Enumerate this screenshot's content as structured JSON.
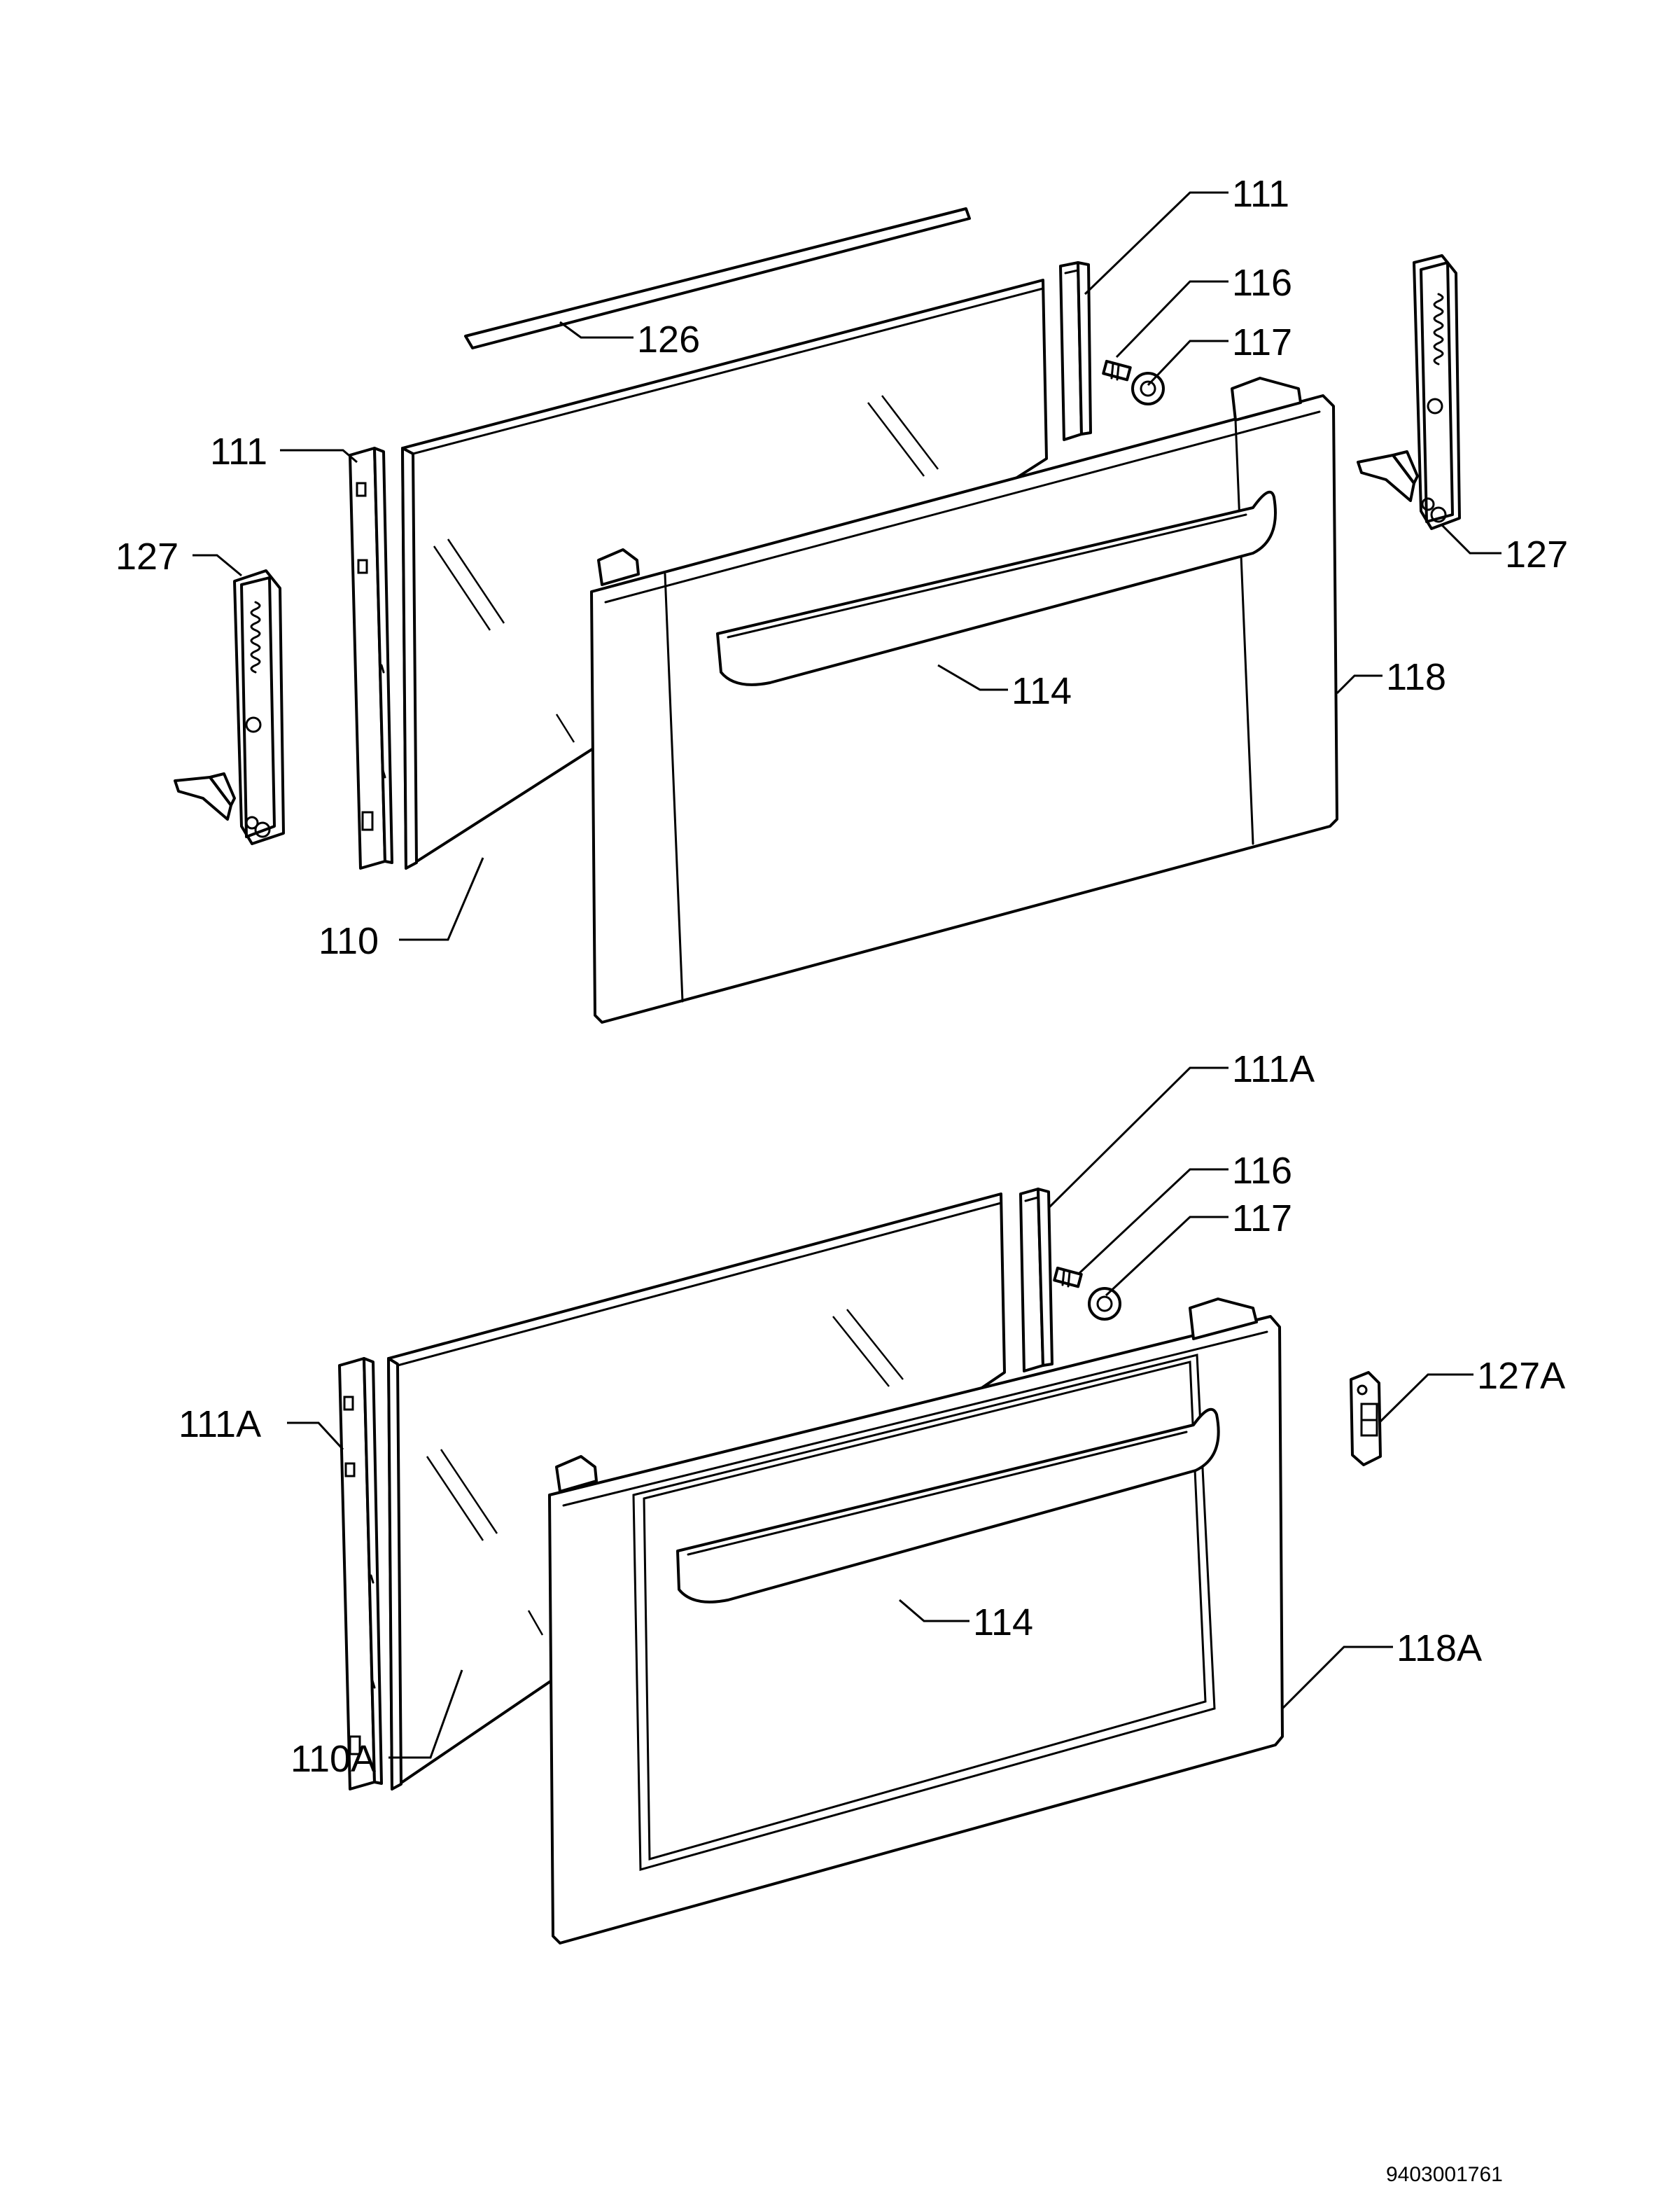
{
  "diagram": {
    "labels": {
      "top_111_right": "111",
      "top_116": "116",
      "top_117": "117",
      "top_126": "126",
      "top_111_left": "111",
      "top_127_left": "127",
      "top_127_right": "127",
      "top_114": "114",
      "top_118": "118",
      "top_110": "110",
      "bottom_111A_right": "111A",
      "bottom_116": "116",
      "bottom_117": "117",
      "bottom_127A": "127A",
      "bottom_111A_left": "111A",
      "bottom_114": "114",
      "bottom_118A": "118A",
      "bottom_110A": "110A"
    },
    "drawing_number": "9403001761"
  }
}
